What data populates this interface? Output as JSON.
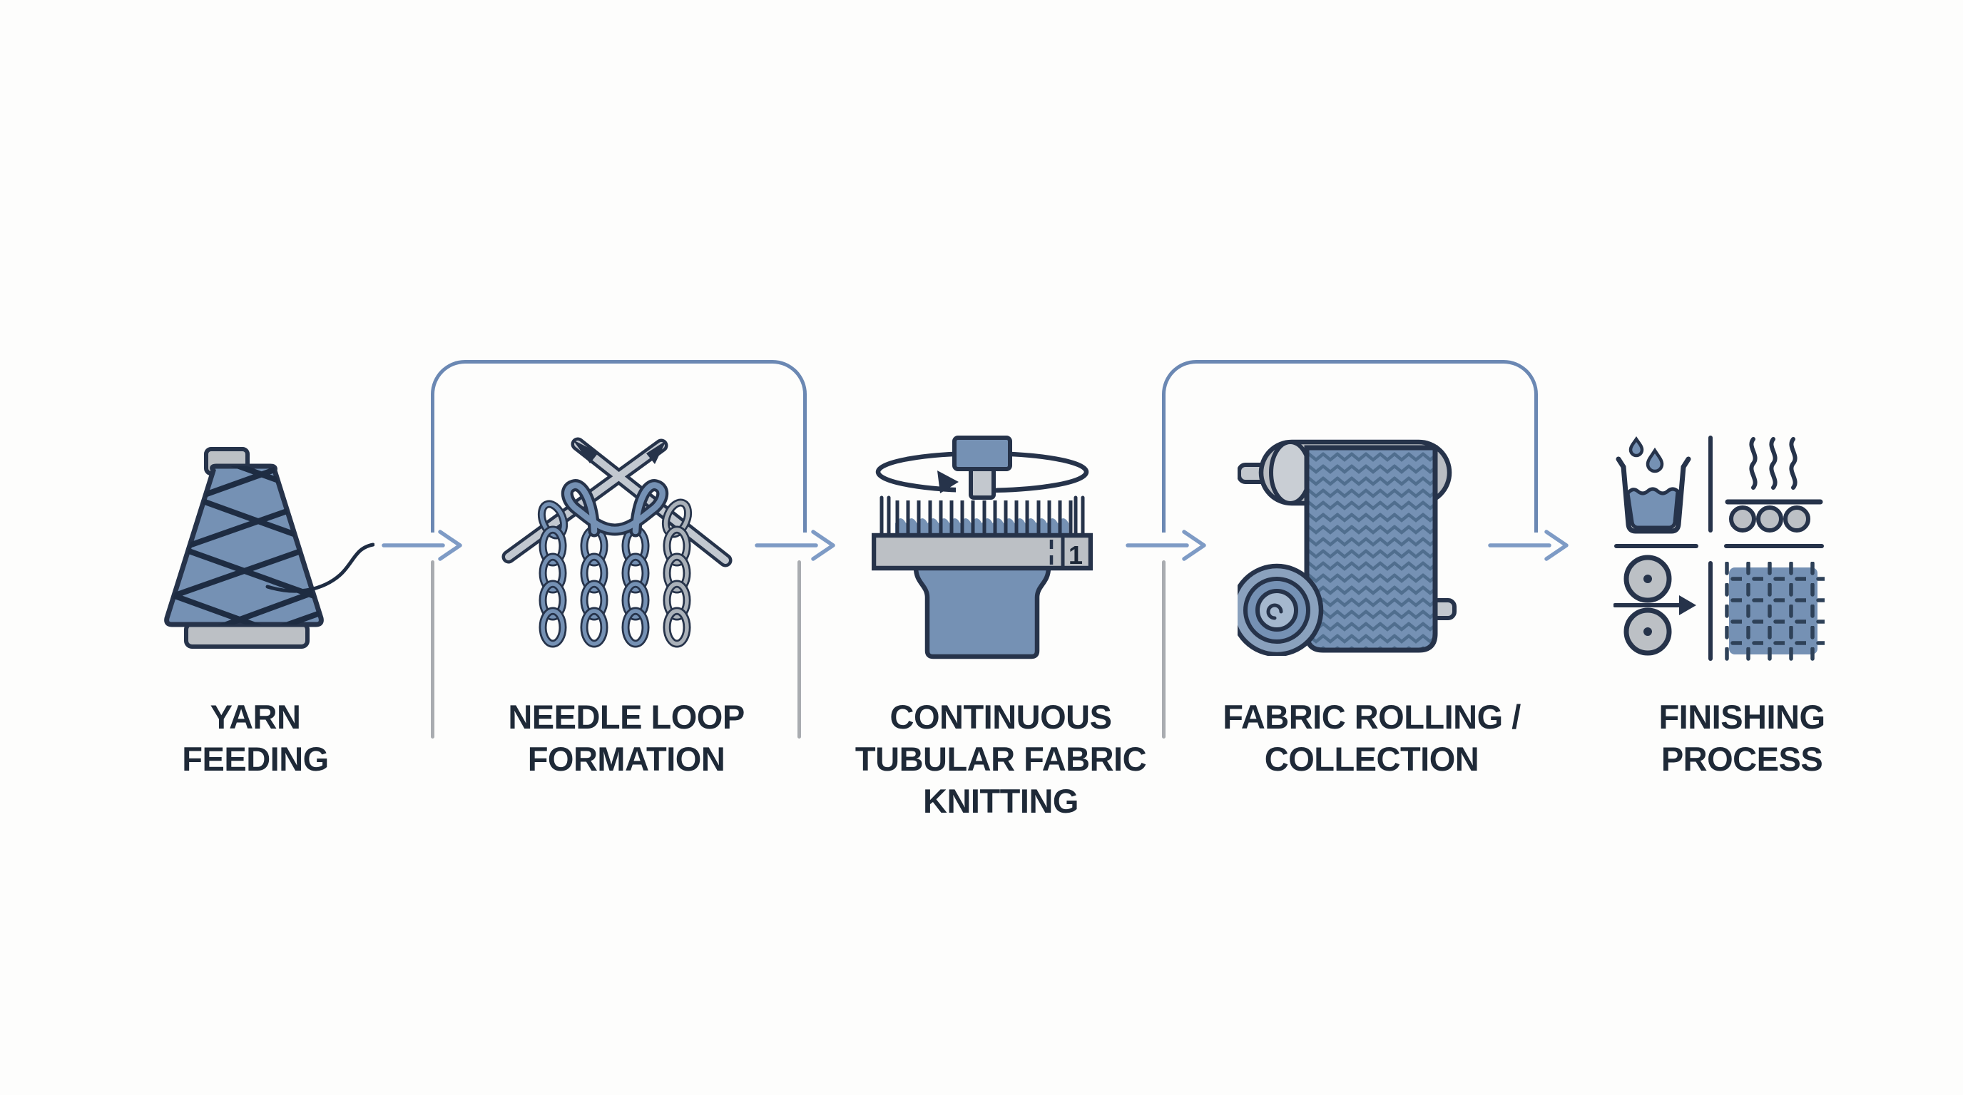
{
  "diagram": {
    "type": "process-flow",
    "stages": [
      {
        "name": "yarn-feeding",
        "icon": "yarn-cone-icon",
        "label_lines": [
          "YARN",
          "FEEDING"
        ]
      },
      {
        "name": "needle-loop-formation",
        "icon": "knitting-needles-icon",
        "label_lines": [
          "NEEDLE LOOP",
          "FORMATION"
        ]
      },
      {
        "name": "continuous-tubular-fabric-knitting",
        "icon": "circular-knitting-machine-icon",
        "label_lines": [
          "CONTINUOUS",
          "TUBULAR FABRIC",
          "KNITTING"
        ],
        "dial_mark": "1"
      },
      {
        "name": "fabric-rolling-collection",
        "icon": "fabric-roll-icon",
        "label_lines": [
          "FABRIC ROLLING /",
          "COLLECTION"
        ]
      },
      {
        "name": "finishing-process",
        "icon": "finishing-steps-grid-icon",
        "label_lines": [
          "FINISHING",
          "PROCESS"
        ]
      }
    ],
    "colors": {
      "background": "#fdfdfc",
      "icon_blue": "#7591b4",
      "icon_gray": "#bcc0c5",
      "outline_navy": "#26334a",
      "arrow_blue": "#7e9bc5",
      "bracket_blue": "#6b88b3",
      "divider_gray": "#a9acb0",
      "label_text": "#1e2937"
    }
  }
}
